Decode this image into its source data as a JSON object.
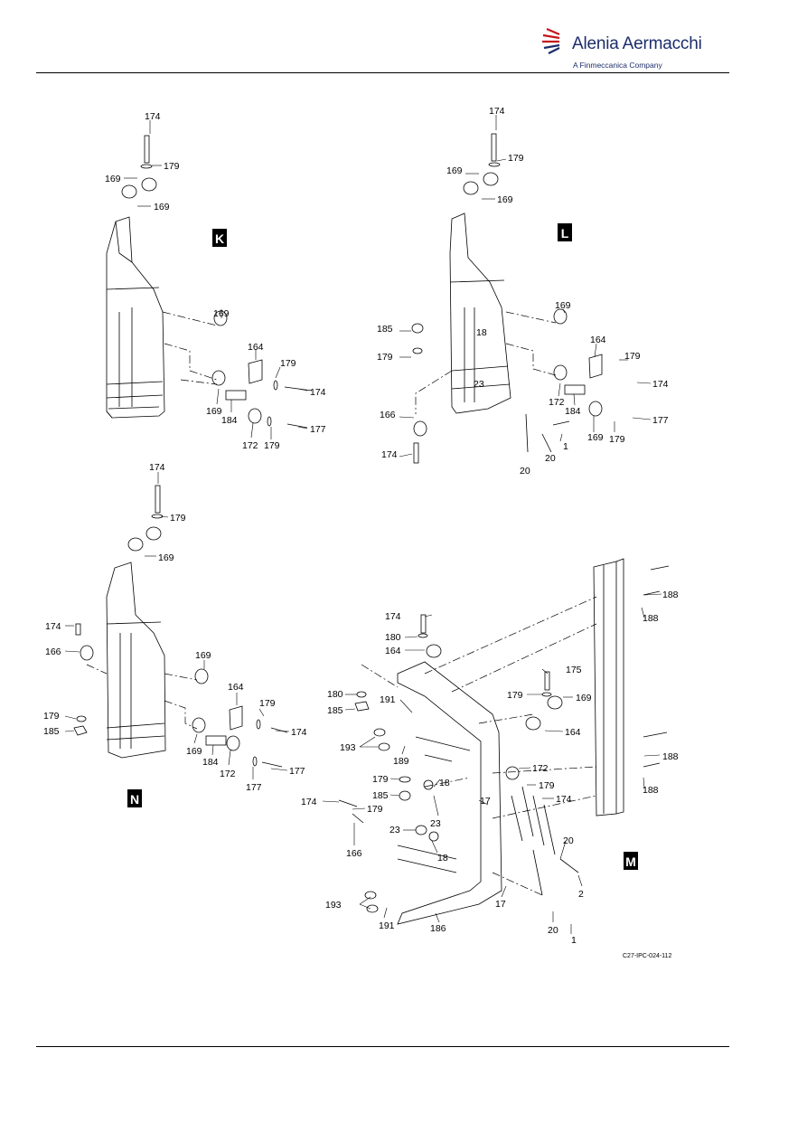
{
  "logo": {
    "name": "Alenia Aermacchi",
    "subtitle": "A Finmeccanica Company",
    "icon": "swoosh-logo-icon"
  },
  "figure_id": "C27-IPC-024-112",
  "views": [
    {
      "letter": "K",
      "callouts": [
        "174",
        "179",
        "169",
        "169",
        "169",
        "164",
        "179",
        "174",
        "169",
        "184",
        "172",
        "179",
        "177"
      ]
    },
    {
      "letter": "L",
      "callouts": [
        "174",
        "179",
        "169",
        "169",
        "169",
        "185",
        "179",
        "18",
        "23",
        "164",
        "179",
        "174",
        "172",
        "184",
        "177",
        "166",
        "174",
        "169",
        "179",
        "1",
        "20",
        "20"
      ]
    },
    {
      "letter": "N",
      "callouts": [
        "174",
        "179",
        "169",
        "174",
        "166",
        "169",
        "164",
        "179",
        "174",
        "179",
        "185",
        "169",
        "184",
        "172",
        "177",
        "177"
      ]
    },
    {
      "letter": "M",
      "callouts": [
        "188",
        "188",
        "174",
        "180",
        "164",
        "175",
        "179",
        "169",
        "180",
        "185",
        "191",
        "164",
        "188",
        "193",
        "189",
        "172",
        "179",
        "174",
        "179",
        "185",
        "18",
        "17",
        "174",
        "179",
        "23",
        "188",
        "166",
        "23",
        "18",
        "20",
        "2",
        "193",
        "191",
        "186",
        "17",
        "20",
        "1"
      ]
    }
  ]
}
